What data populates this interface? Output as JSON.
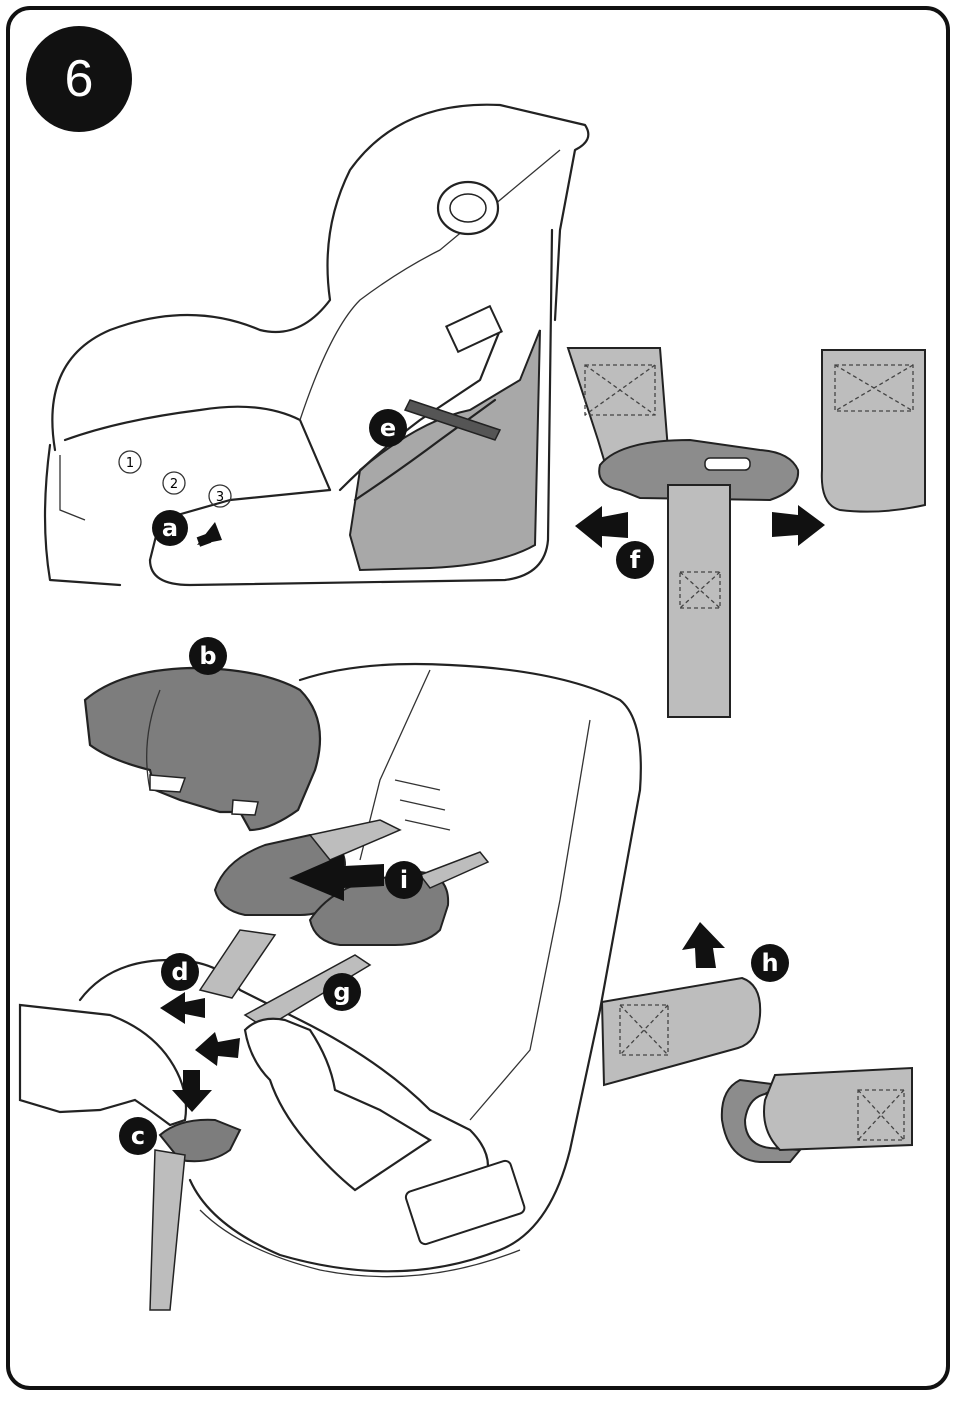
{
  "step_number": "6",
  "labels": {
    "a": "a",
    "b": "b",
    "c": "c",
    "d": "d",
    "e": "e",
    "f": "f",
    "g": "g",
    "h": "h",
    "i": "i"
  },
  "recline_positions": [
    "1",
    "2",
    "3"
  ],
  "colors": {
    "ink": "#222222",
    "gray_panel": "#9a9a9a",
    "dark_gray": "#6f6f6f",
    "strap": "#bdbdbd",
    "badge": "#111111"
  }
}
